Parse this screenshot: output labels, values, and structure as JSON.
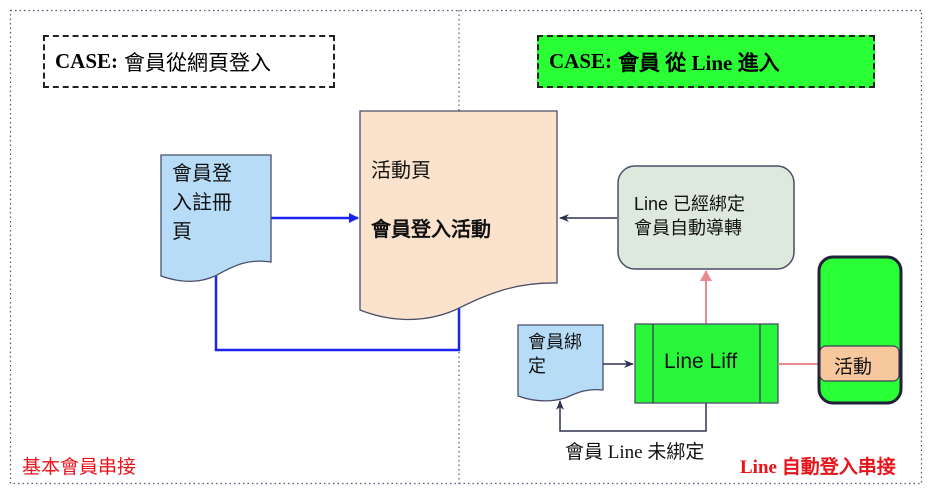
{
  "diagram": {
    "left_panel": {
      "case_prefix": "CASE:",
      "case_title": "會員從網頁登入",
      "corner_label": "基本會員串接"
    },
    "right_panel": {
      "case_prefix": "CASE:",
      "case_title": "會員 從 Line 進入",
      "case_bg": "#29ff34",
      "corner_label": "Line 自動登入串接"
    },
    "nodes": {
      "login_page": {
        "lines": [
          "會員登",
          "入註冊",
          "頁"
        ],
        "fill": "#b7dcf7"
      },
      "activity_page": {
        "title": "活動頁",
        "subtitle": "會員登入活動",
        "fill": "#fbe2cc"
      },
      "auto_redirect": {
        "lines": [
          "Line 已經綁定",
          "會員自動導轉"
        ],
        "fill": "#dde9dc"
      },
      "bind_member": {
        "lines": [
          "會員綁",
          "定"
        ],
        "fill": "#b7dcf7"
      },
      "line_liff": {
        "label": "Line Liff",
        "fill": "#29f83a"
      },
      "phone": {
        "tag": "活動",
        "screen_fill": "#29ff34",
        "tag_fill": "#f7c89e"
      }
    },
    "edges": {
      "not_bound_label": "會員 Line 未綁定"
    },
    "colors": {
      "blue_link": "#1a24f0",
      "dark_link": "#2e3250",
      "pink_link": "#e88a8f",
      "red_text": "#e8141b"
    }
  }
}
